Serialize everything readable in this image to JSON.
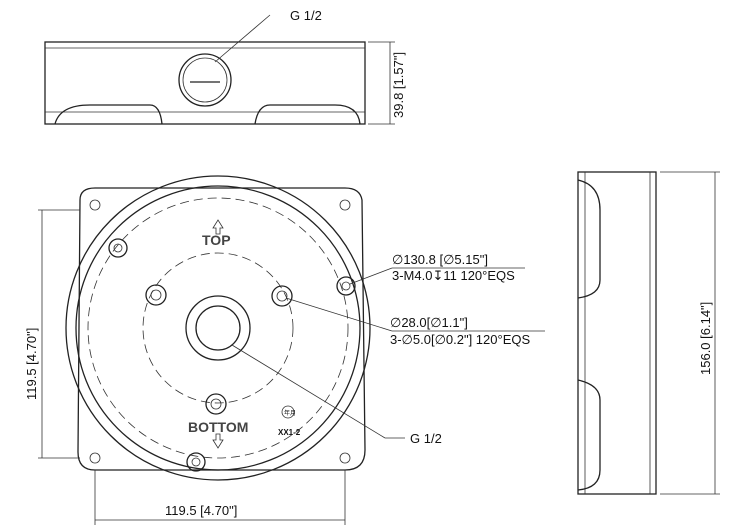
{
  "drawing": {
    "top_view": {
      "thread_label": "G 1/2",
      "height_dim": "39.8 [1.57\"]"
    },
    "plan_view": {
      "top_marking": "TOP",
      "bottom_marking": "BOTTOM",
      "model_mark": "XX1-2",
      "date_mark": "年月",
      "height_dim": "119.5 [4.70\"]",
      "width_dim": "119.5 [4.70\"]",
      "callout_outer_1": "∅130.8 [∅5.15\"]",
      "callout_outer_2": "3-M4.0↧11 120°EQS",
      "callout_inner_1": "∅28.0[∅1.1\"]",
      "callout_inner_2": "3-∅5.0[∅0.2\"] 120°EQS",
      "thread_label": "G 1/2"
    },
    "side_view": {
      "height_dim": "156.0 [6.14\"]"
    }
  }
}
